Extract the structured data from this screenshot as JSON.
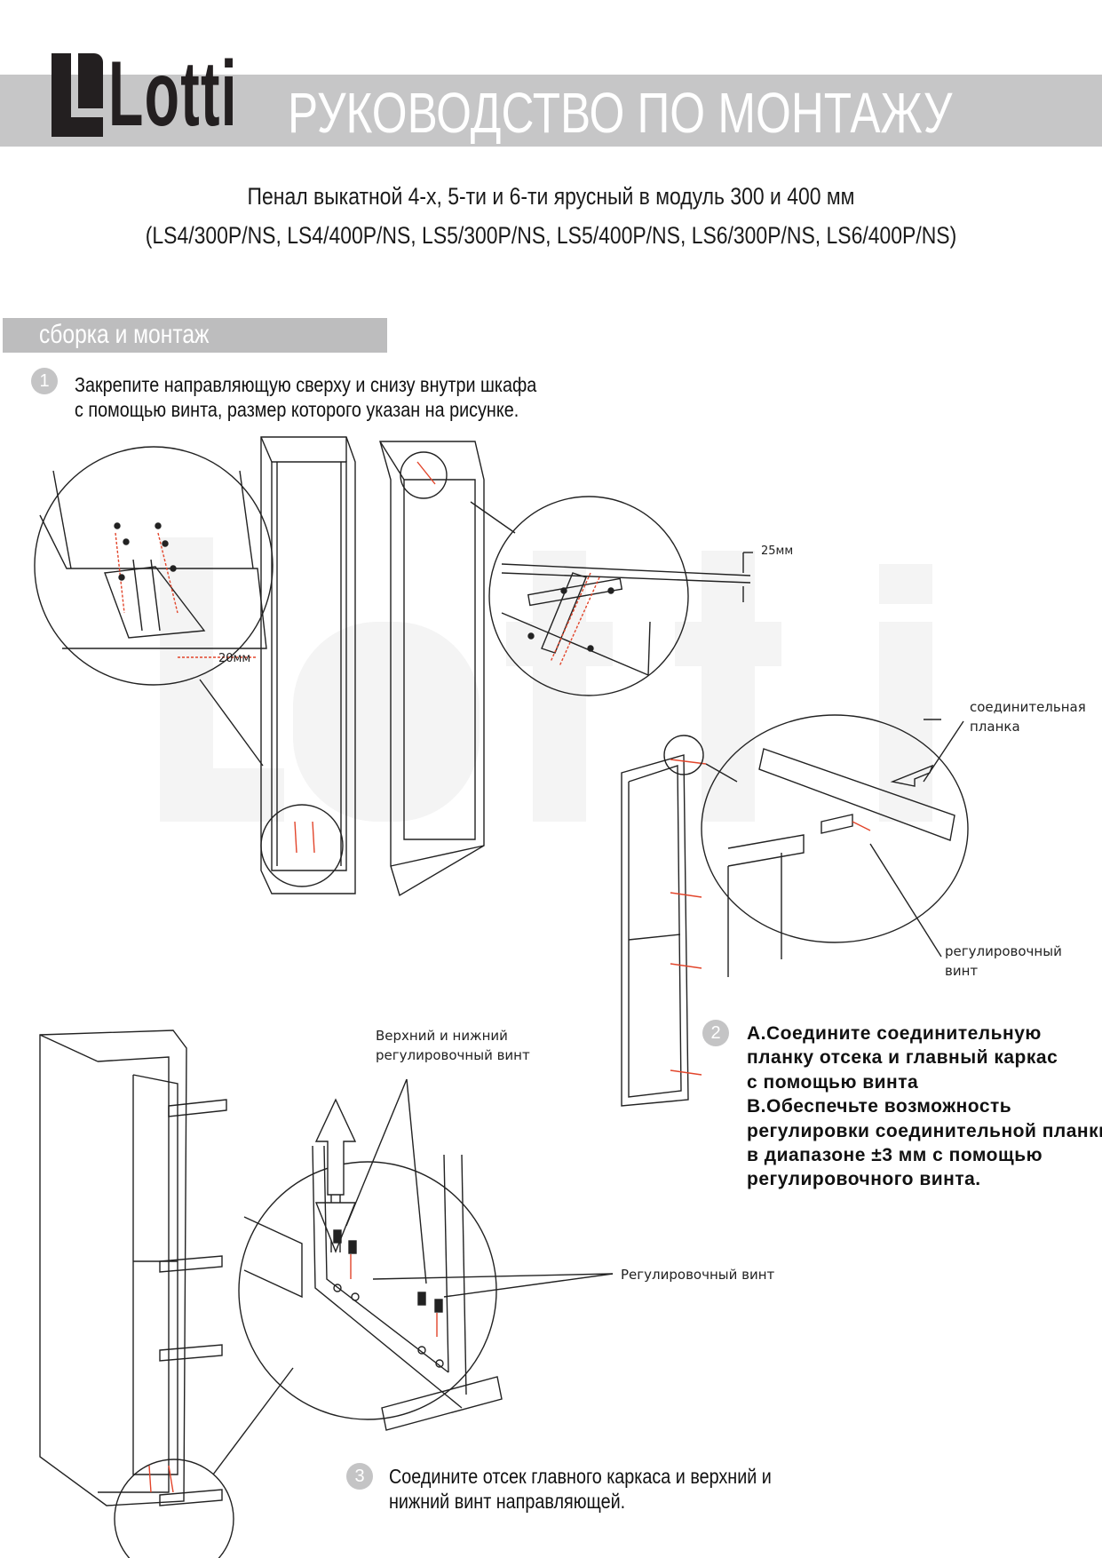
{
  "header": {
    "logo_text": "Lotti",
    "title": "РУКОВОДСТВО ПО МОНТАЖУ"
  },
  "product": {
    "line1": "Пенал выкатной 4-х, 5-ти и 6-ти ярусный в модуль 300 и 400 мм",
    "line2": "(LS4/300P/NS, LS4/400P/NS, LS5/300P/NS, LS5/400P/NS, LS6/300P/NS, LS6/400P/NS)"
  },
  "section": {
    "title": "сборка и монтаж"
  },
  "steps": [
    {
      "number": "1",
      "lines": [
        "Закрепите направляющую сверху и снизу внутри шкафа",
        "с помощью винта, размер которого указан на рисунке."
      ]
    },
    {
      "number": "2",
      "lines": [
        "А.Соедините соединительную",
        "планку отсека и главный каркас",
        "с помощью винта",
        "В.Обеспечьте возможность",
        "регулировки соединительной планки",
        "в диапазоне ±3 мм с помощью",
        "регулировочного винта."
      ]
    },
    {
      "number": "3",
      "lines": [
        "Соедините отсек главного каркаса и верхний и",
        "нижний винт направляющей."
      ]
    }
  ],
  "labels": {
    "dim_20": "20мм",
    "dim_25": "25мм",
    "connecting_bar": [
      "соединительная",
      "планка"
    ],
    "adjust_screw": [
      "регулировочный",
      "винт"
    ],
    "top_bottom_screw": [
      "Верхний и нижний",
      "регулировочный винт"
    ],
    "adjust_screw_2": "Регулировочный винт"
  },
  "colors": {
    "band": "#c6c6c7",
    "accent_red": "#e2452b",
    "watermark": "#f3f3f3"
  }
}
